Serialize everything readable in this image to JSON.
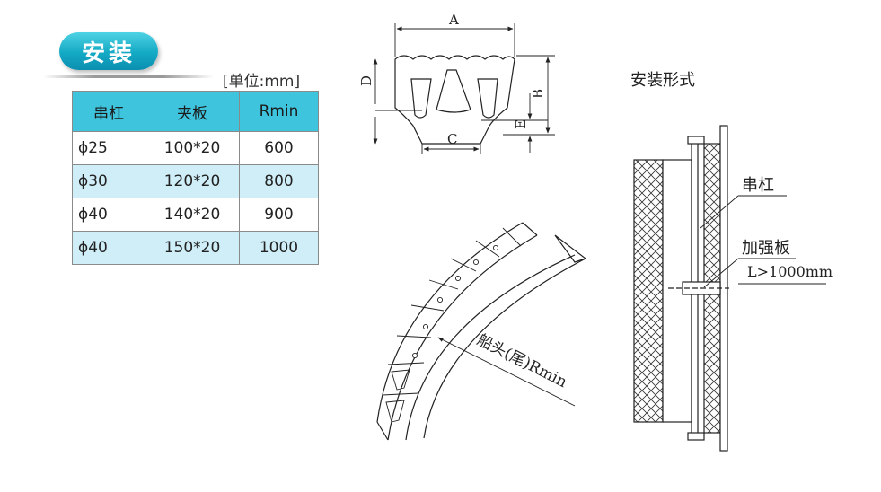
{
  "section_title": "安装",
  "unit_label": "[单位:mm]",
  "table": {
    "headers": [
      "串杠",
      "夹板",
      "Rmin"
    ],
    "rows": [
      [
        "ϕ25",
        "100*20",
        "600"
      ],
      [
        "ϕ30",
        "120*20",
        "800"
      ],
      [
        "ϕ40",
        "140*20",
        "900"
      ],
      [
        "ϕ40",
        "150*20",
        "1000"
      ]
    ]
  },
  "dimensions": {
    "a": "A",
    "b": "B",
    "c": "C",
    "d": "D",
    "e": "E"
  },
  "curve_label": "船头(尾)Rmin",
  "install_title": "安装形式",
  "install_labels": {
    "bar": "串杠",
    "plate": "加强板",
    "length": "L>1000mm"
  }
}
